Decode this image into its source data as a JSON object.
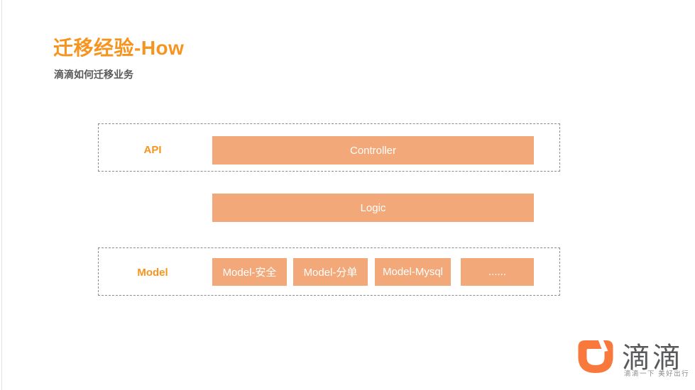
{
  "slide": {
    "title": "迁移经验-How",
    "subtitle": "滴滴如何迁移业务"
  },
  "diagram": {
    "api_row": {
      "label": "API",
      "bar": "Controller"
    },
    "logic_row": {
      "bar": "Logic"
    },
    "model_row": {
      "label": "Model",
      "boxes": [
        "Model-安全",
        "Model-分单",
        "Model-Mysql",
        "......"
      ]
    }
  },
  "footer_logo": {
    "icon": "didi-logo-icon",
    "wordmark": "滴滴",
    "tagline": "滴滴一下 美好出行"
  },
  "colors": {
    "accent_orange": "#F7941E",
    "bar_fill": "#F2A878",
    "bar_text": "#FFFFFF",
    "logo_orange": "#F8793B",
    "dash_border": "#8C8C8C",
    "subtitle_gray": "#595959",
    "wordmark_gray": "#58595B",
    "tagline_gray": "#8C8C8C",
    "background": "#FFFFFF"
  }
}
